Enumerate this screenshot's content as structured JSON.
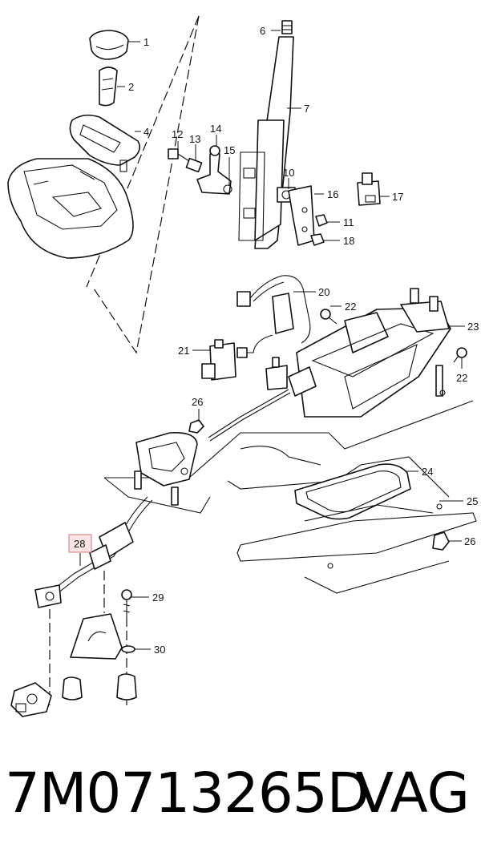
{
  "diagram": {
    "callouts": [
      {
        "id": "1",
        "label": "1"
      },
      {
        "id": "2",
        "label": "2"
      },
      {
        "id": "4",
        "label": "4"
      },
      {
        "id": "6",
        "label": "6"
      },
      {
        "id": "7",
        "label": "7"
      },
      {
        "id": "12",
        "label": "12"
      },
      {
        "id": "13",
        "label": "13"
      },
      {
        "id": "14",
        "label": "14"
      },
      {
        "id": "15",
        "label": "15"
      },
      {
        "id": "10",
        "label": "10"
      },
      {
        "id": "16",
        "label": "16"
      },
      {
        "id": "17",
        "label": "17"
      },
      {
        "id": "11",
        "label": "11"
      },
      {
        "id": "18",
        "label": "18"
      },
      {
        "id": "20",
        "label": "20"
      },
      {
        "id": "22a",
        "label": "22"
      },
      {
        "id": "23",
        "label": "23"
      },
      {
        "id": "21",
        "label": "21"
      },
      {
        "id": "22b",
        "label": "22"
      },
      {
        "id": "26a",
        "label": "26"
      },
      {
        "id": "24",
        "label": "24"
      },
      {
        "id": "25",
        "label": "25"
      },
      {
        "id": "26b",
        "label": "26"
      },
      {
        "id": "28",
        "label": "28"
      },
      {
        "id": "29",
        "label": "29"
      },
      {
        "id": "30",
        "label": "30"
      }
    ],
    "highlighted_callout": "28"
  },
  "footer": {
    "part_number": "7M0713265D",
    "brand": "VAG"
  }
}
